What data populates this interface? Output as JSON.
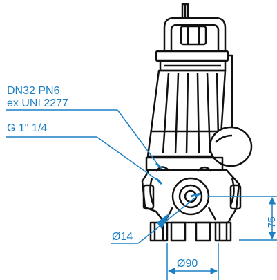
{
  "colors": {
    "dimension": "#1a7fc4",
    "outline": "#111111",
    "background": "#ffffff"
  },
  "callout": {
    "line1": "DN32 PN6",
    "line2": "ex UNI 2277",
    "line3": "G 1\" 1/4"
  },
  "dimensions": {
    "bore_diameter": "Ø14",
    "base_width": "Ø90",
    "outlet_height": "75"
  }
}
